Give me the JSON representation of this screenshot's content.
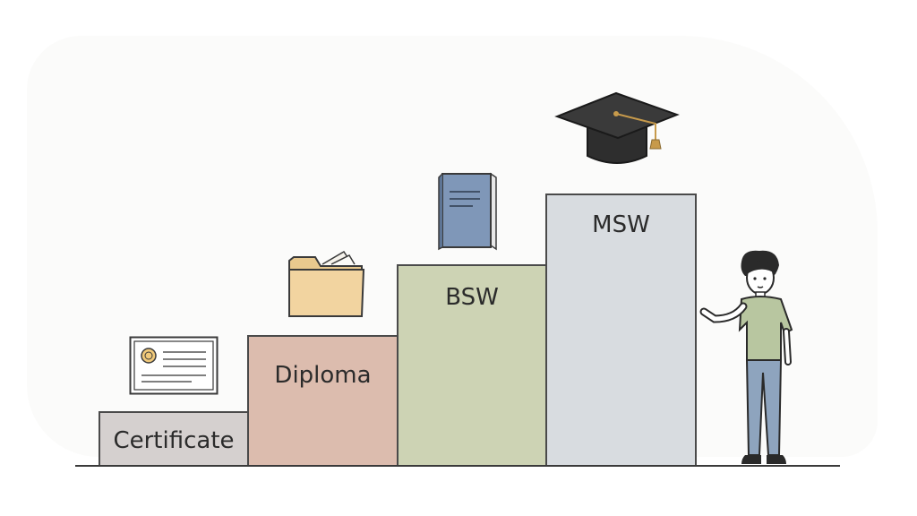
{
  "steps": [
    {
      "label": "Certificate"
    },
    {
      "label": "Diploma"
    },
    {
      "label": "BSW"
    },
    {
      "label": "MSW"
    }
  ],
  "icons": [
    "certificate-icon",
    "folder-icon",
    "book-icon",
    "graduation-cap-icon",
    "student-figure"
  ],
  "colors": {
    "certificate_step": "#d5d0cf",
    "diploma_step": "#dcbcae",
    "bsw_step": "#cdd3b4",
    "msw_step": "#d8dce0"
  }
}
